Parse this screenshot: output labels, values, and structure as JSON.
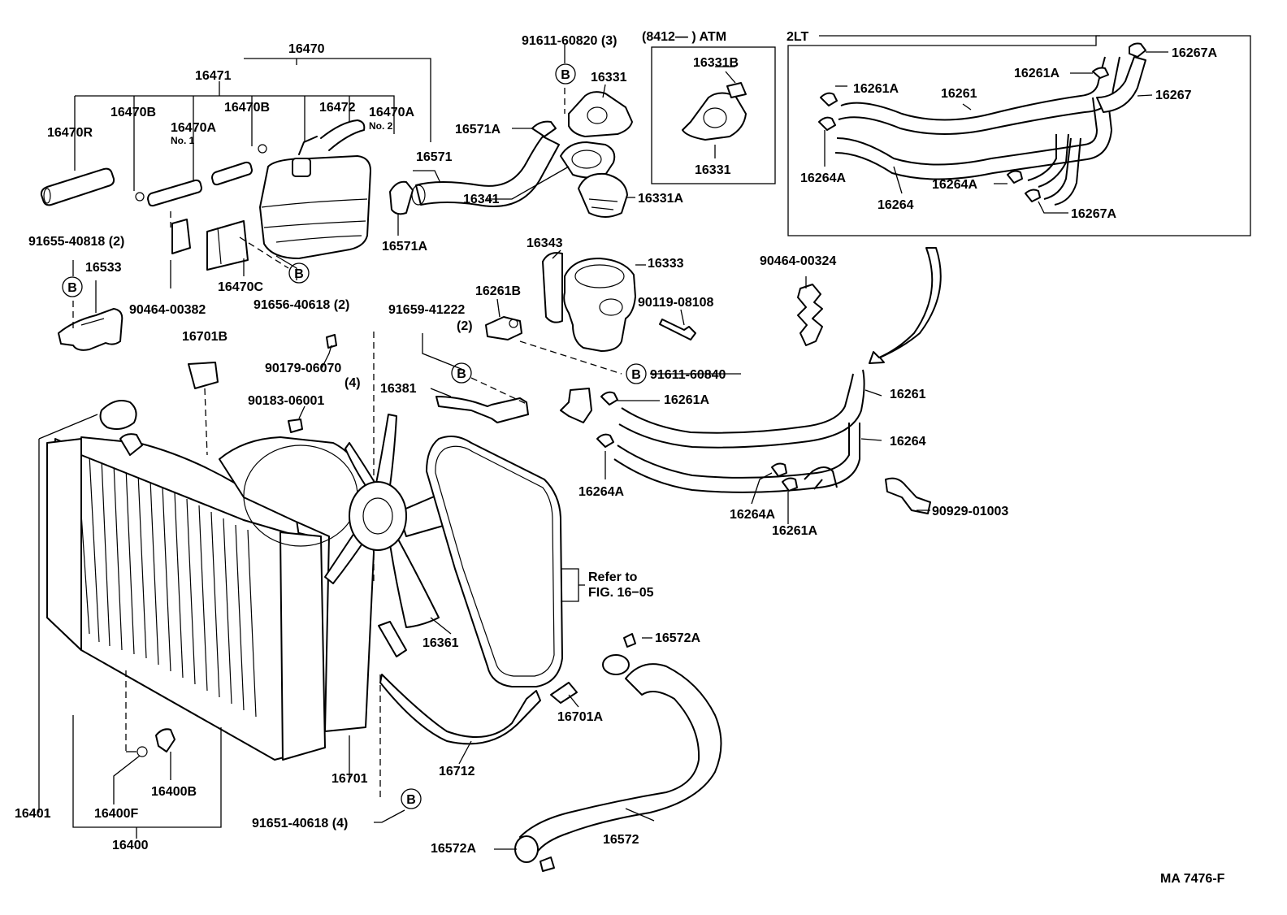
{
  "labels": {
    "p16470": "16470",
    "p16471": "16471",
    "p16470B_1": "16470B",
    "p16470B_2": "16470B",
    "p16472": "16472",
    "p16470A_2": "16470A",
    "no2": "No. 2",
    "p16470R": "16470R",
    "p16470A_1": "16470A",
    "no1": "No. 1",
    "p91655": "91655-40818 (2)",
    "p16533": "16533",
    "p90464_382": "90464-00382",
    "p16470C": "16470C",
    "p91656": "91656-40618 (2)",
    "p91611_820": "91611-60820 (3)",
    "p16331": "16331",
    "p16571A_1": "16571A",
    "p16571": "16571",
    "p16341": "16341",
    "p16571A_2": "16571A",
    "p16331A": "16331A",
    "atm_header": "(8412—         ) ATM",
    "p16331B": "16331B",
    "p16331_inset": "16331",
    "lt2": "2LT",
    "p16267A_1": "16267A",
    "p16261A_i1": "16261A",
    "p16261A_i2": "16261A",
    "p16261_inset": "16261",
    "p16267": "16267",
    "p16264A_i1": "16264A",
    "p16264A_i2": "16264A",
    "p16264_inset": "16264",
    "p16267A_2": "16267A",
    "p16343": "16343",
    "p16333": "16333",
    "p16261B": "16261B",
    "p91659": "91659-41222",
    "qty2": "(2)",
    "p90119": "90119-08108",
    "p90464_324": "90464-00324",
    "p91611_840": "91611-60840",
    "p16701B": "16701B",
    "p90179": "90179-06070",
    "qty4": "(4)",
    "p90183": "90183-06001",
    "p16381": "16381",
    "p16261A_m": "16261A",
    "p16261_main": "16261",
    "p16264_main": "16264",
    "p16264A_m1": "16264A",
    "p16264A_m2": "16264A",
    "p16261A_m2": "16261A",
    "p90929": "90929-01003",
    "refer1": "Refer to",
    "refer2": "FIG. 16−05",
    "p16361": "16361",
    "p16572A_1": "16572A",
    "p16701A": "16701A",
    "p16701": "16701",
    "p16712": "16712",
    "p16400B": "16400B",
    "p16401": "16401",
    "p16400F": "16400F",
    "p16400": "16400",
    "p91651": "91651-40618 (4)",
    "p16572A_2": "16572A",
    "p16572": "16572",
    "code": "MA 7476-F"
  },
  "callouts": {
    "b1": "B",
    "b2": "B",
    "b3": "B",
    "b4": "B",
    "b5": "B",
    "b6": "B"
  }
}
